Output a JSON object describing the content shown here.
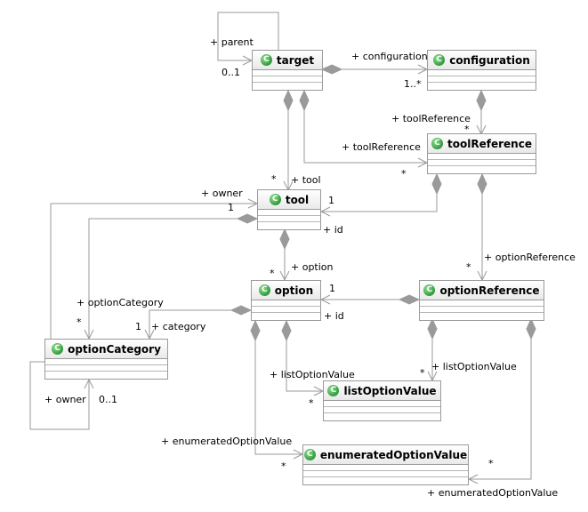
{
  "classes": {
    "target": "target",
    "configuration": "configuration",
    "toolReference": "toolReference",
    "tool": "tool",
    "option": "option",
    "optionReference": "optionReference",
    "optionCategory": "optionCategory",
    "listOptionValue": "listOptionValue",
    "enumeratedOptionValue": "enumeratedOptionValue"
  },
  "class_icon": "C",
  "labels": {
    "parent_role": "+ parent",
    "parent_mult": "0..1",
    "configuration_role": "+ configuration",
    "configuration_mult": "1..*",
    "toolref_role_top": "+ toolReference",
    "toolref_mult_top": "*",
    "toolref_role_mid": "+ toolReference",
    "toolref_mult_mid": "*",
    "tool_role": "+ tool",
    "tool_mult": "*",
    "owner_role": "+ owner",
    "owner_mult": "1",
    "toolref_tool_mult": "1",
    "tool_id": "+ id",
    "option_role": "+ option",
    "option_mult": "*",
    "optionref_role": "+ optionReference",
    "optionref_mult": "*",
    "optioncat_role": "+ optionCategory",
    "optioncat_mult": "*",
    "category_mult": "1",
    "category_role": "+ category",
    "optionref_option_mult": "1",
    "option_id": "+ id",
    "cat_owner_role": "+ owner",
    "cat_owner_mult": "0..1",
    "listval_role_left": "+ listOptionValue",
    "listval_mult_left": "*",
    "listval_role_right": "+ listOptionValue",
    "listval_mult_right": "*",
    "enumval_role_left": "+ enumeratedOptionValue",
    "enumval_mult_left": "*",
    "enumval_mult_right": "*",
    "enumval_role_right": "+ enumeratedOptionValue"
  }
}
